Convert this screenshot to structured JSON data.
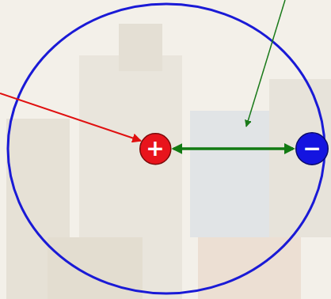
{
  "diagram": {
    "nodes": [
      {
        "text": [
          "+"
        ]
      },
      {
        "text": [
          "−"
        ]
      }
    ],
    "edges": [
      {
        "from": 0,
        "to": 1,
        "arrow": "both"
      }
    ]
  }
}
